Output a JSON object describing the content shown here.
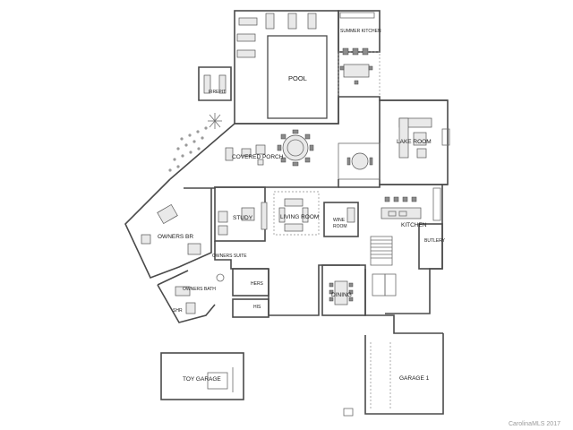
{
  "rooms": {
    "pool": "POOL",
    "summer_kitchen": "SUMMER KITCHEN",
    "firepit": "FIREPIT",
    "covered_porch": "COVERED PORCH",
    "lake_room": "LAKE ROOM",
    "study": "STUDY",
    "living_room": "LIVING ROOM",
    "wine_room": "WINE ROOM",
    "kitchen": "KITCHEN",
    "owners_br": "OWNERS BR",
    "owners_suite": "OWNERS SUITE",
    "butlery": "BUTLERY",
    "hers": "HERS",
    "his": "HIS",
    "owners_bath": "OWNERS BATH",
    "shr": "SHR",
    "dining": "DINING",
    "toy_garage": "TOY GARAGE",
    "garage_1": "GARAGE 1"
  },
  "watermark": "CarolinaMLS 2017"
}
